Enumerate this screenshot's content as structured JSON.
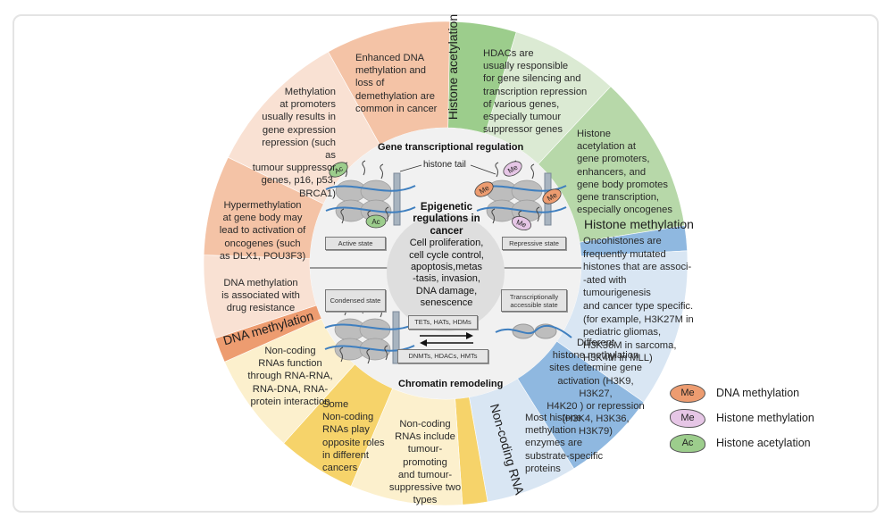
{
  "diagram": {
    "colors": {
      "dna_dark": "#ed9c70",
      "dna_mid": "#f4c3a6",
      "dna_light": "#f9e1d3",
      "ha_dark": "#9ccd8c",
      "ha_mid": "#b7d8a9",
      "ha_light": "#dbead3",
      "hm_dark": "#8fb8e0",
      "hm_mid": "#b4cfea",
      "hm_light": "#d9e6f3",
      "nc_dark": "#f6d36a",
      "nc_mid": "#f8e29c",
      "nc_light": "#fcf0cd",
      "inner": "#f1f1f1",
      "core": "#dedede",
      "dna_strand": "#3f7fbf",
      "nucleosome": "#bdbdbd"
    },
    "bands": {
      "histone_acetylation": "Histone acetylation",
      "histone_methylation": "Histone methylation",
      "dna_methylation": "DNA methylation",
      "non_coding_rna": "Non-coding RNA"
    },
    "segments": {
      "dna_enhanced": "Enhanced DNA methylation and loss of demethylation are common in cancer",
      "dna_promoters": [
        "Methylation",
        "at promoters",
        "usually results in",
        "gene expression",
        "repression (such as",
        "tumour suppressor",
        "genes, p16, p53,",
        "BRCA1)"
      ],
      "dna_gene_body": [
        "Hypermethylation",
        "at gene body may",
        "lead to activation of",
        "oncogenes (such",
        "as DLX1, POU3F3)"
      ],
      "dna_drug": [
        "DNA methylation",
        "is associated with",
        "drug resistance"
      ],
      "ha_hdacs": [
        "HDACs are",
        "usually responsible",
        "for gene silencing and",
        "transcription repression",
        "of various genes,",
        "especially tumour",
        "suppressor genes"
      ],
      "ha_promoters": [
        "Histone",
        "acetylation at",
        "gene promoters,",
        "enhancers, and",
        "gene body promotes",
        "gene transcription,",
        "especially oncogenes"
      ],
      "hm_oncohistones": [
        "Oncohistones are",
        "frequently mutated",
        "histones that are associ-",
        "-ated with tumourigenesis",
        "and cancer type specific.",
        "(for example, H3K27M in",
        "pediatric gliomas,",
        "H3K36M in sarcoma,",
        "H3K4M in MLL)"
      ],
      "hm_sites": [
        "Different",
        "histone  methylation",
        "sites determine gene",
        "activation (H3K9, H3K27,",
        "H4K20 ) or  repression",
        "(H3K4, H3K36,",
        "H3K79)"
      ],
      "hm_enzymes": [
        "Most histone",
        "methylation",
        "enzymes are",
        "substrate-specific",
        "proteins"
      ],
      "nc_types": [
        "Non-coding",
        "RNAs include",
        "tumour-promoting",
        "and tumour-",
        "suppressive two",
        "types"
      ],
      "nc_opposite": [
        "Some",
        "Non-coding",
        "RNAs play",
        "opposite roles",
        "in different",
        "cancers"
      ],
      "nc_function": [
        "Non-coding",
        "RNAs function",
        "through RNA-RNA,",
        "RNA-DNA, RNA-",
        "protein interaction"
      ]
    },
    "inner": {
      "top_title": "Gene transcriptional regulation",
      "bottom_title": "Chromatin remodeling",
      "histone_tail": "histone tail",
      "active_state": "Active state",
      "repressive_state": "Repressive state",
      "condensed_state": "Condensed state",
      "accessible_state": "Transcriptionally accessible state",
      "enzymes_forward": "TETs, HATs, HDMs",
      "enzymes_reverse": "DNMTs, HDACs, HMTs",
      "ac_tag": "Ac",
      "me_tag": "Me"
    },
    "center": {
      "title": [
        "Epigenetic",
        "regulations in",
        "cancer"
      ],
      "lines": [
        "Cell proliferation,",
        "cell cycle control,",
        "apoptosis,metas",
        "-tasis, invasion,",
        "DNA damage,",
        "senescence"
      ]
    },
    "legend": [
      {
        "badge": "Me",
        "label": "DNA methylation",
        "color": "#ed9c70",
        "icon": "dna-methylation-marker-icon"
      },
      {
        "badge": "Me",
        "label": "Histone methylation",
        "color": "#e6c6e6",
        "icon": "histone-methylation-marker-icon"
      },
      {
        "badge": "Ac",
        "label": "Histone acetylation",
        "color": "#9ccd8c",
        "icon": "histone-acetylation-marker-icon"
      }
    ]
  }
}
